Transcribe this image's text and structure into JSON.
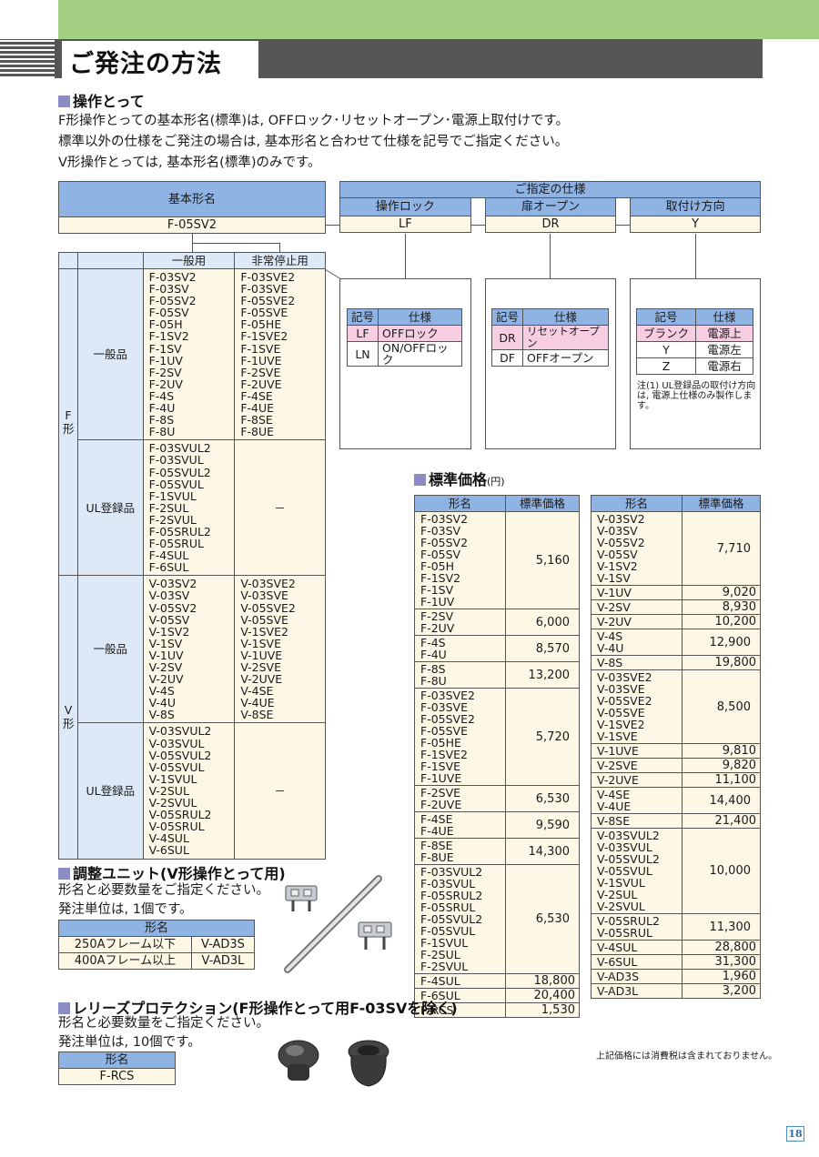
{
  "header": {
    "title": "ご発注の方法"
  },
  "intro": {
    "heading": "操作とって",
    "lines": [
      "F形操作とっての基本形名(標準)は, OFFロック･リセットオープン･電源上取付けです。",
      "標準以外の仕様をご発注の場合は, 基本形名と合わせて仕様を記号でご指定ください。",
      "V形操作とっては, 基本形名(標準)のみです。"
    ]
  },
  "spec": {
    "basic_label": "基本形名",
    "basic_value": "F-05SV2",
    "designated_label": "ご指定の仕様",
    "lock_label": "操作ロック",
    "lock_value": "LF",
    "door_label": "扉オープン",
    "door_value": "DR",
    "dir_label": "取付け方向",
    "dir_value": "Y"
  },
  "lock_table": {
    "h_code": "記号",
    "h_spec": "仕様",
    "rows": [
      [
        "LF",
        "OFFロック"
      ],
      [
        "LN",
        "ON/OFFロック"
      ]
    ]
  },
  "door_table": {
    "h_code": "記号",
    "h_spec": "仕様",
    "rows": [
      [
        "DR",
        "リセットオープン"
      ],
      [
        "DF",
        "OFFオープン"
      ]
    ]
  },
  "dir_table": {
    "h_code": "記号",
    "h_spec": "仕様",
    "rows": [
      [
        "ブランク",
        "電源上"
      ],
      [
        "Y",
        "電源左"
      ],
      [
        "Z",
        "電源右"
      ]
    ],
    "note": "注(1) UL登録品の取付け方向は, 電源上仕様のみ製作します。"
  },
  "model_table": {
    "h_general": "一般用",
    "h_emergency": "非常停止用",
    "f_type": "F形",
    "v_type": "V形",
    "cat_general": "一般品",
    "cat_ul": "UL登録品",
    "dash": "－",
    "f_general": [
      "F-03SV2",
      "F-03SV",
      "F-05SV2",
      "F-05SV",
      "F-05H",
      "F-1SV2",
      "F-1SV",
      "F-1UV",
      "F-2SV",
      "F-2UV",
      "F-4S",
      "F-4U",
      "F-8S",
      "F-8U"
    ],
    "f_emergency": [
      "F-03SVE2",
      "F-03SVE",
      "F-05SVE2",
      "F-05SVE",
      "F-05HE",
      "F-1SVE2",
      "F-1SVE",
      "F-1UVE",
      "F-2SVE",
      "F-2UVE",
      "F-4SE",
      "F-4UE",
      "F-8SE",
      "F-8UE"
    ],
    "f_ul": [
      "F-03SVUL2",
      "F-03SVUL",
      "F-05SVUL2",
      "F-05SVUL",
      "F-1SVUL",
      "F-2SUL",
      "F-2SVUL",
      "F-05SRUL2",
      "F-05SRUL",
      "F-4SUL",
      "F-6SUL"
    ],
    "v_general": [
      "V-03SV2",
      "V-03SV",
      "V-05SV2",
      "V-05SV",
      "V-1SV2",
      "V-1SV",
      "V-1UV",
      "V-2SV",
      "V-2UV",
      "V-4S",
      "V-4U",
      "V-8S"
    ],
    "v_emergency": [
      "V-03SVE2",
      "V-03SVE",
      "V-05SVE2",
      "V-05SVE",
      "V-1SVE2",
      "V-1SVE",
      "V-1UVE",
      "V-2SVE",
      "V-2UVE",
      "V-4SE",
      "V-4UE",
      "V-8SE"
    ],
    "v_ul": [
      "V-03SVUL2",
      "V-03SVUL",
      "V-05SVUL2",
      "V-05SVUL",
      "V-1SVUL",
      "V-2SUL",
      "V-2SVUL",
      "V-05SRUL2",
      "V-05SRUL",
      "V-4SUL",
      "V-6SUL"
    ]
  },
  "price": {
    "heading": "標準価格",
    "unit": "(円)",
    "h_model": "形名",
    "h_price": "標準価格",
    "left": [
      {
        "models": [
          "F-03SV2",
          "F-03SV",
          "F-05SV2",
          "F-05SV",
          "F-05H",
          "F-1SV2",
          "F-1SV",
          "F-1UV"
        ],
        "price": "5,160"
      },
      {
        "models": [
          "F-2SV",
          "F-2UV"
        ],
        "price": "6,000"
      },
      {
        "models": [
          "F-4S",
          "F-4U"
        ],
        "price": "8,570"
      },
      {
        "models": [
          "F-8S",
          "F-8U"
        ],
        "price": "13,200"
      },
      {
        "models": [
          "F-03SVE2",
          "F-03SVE",
          "F-05SVE2",
          "F-05SVE",
          "F-05HE",
          "F-1SVE2",
          "F-1SVE",
          "F-1UVE"
        ],
        "price": "5,720"
      },
      {
        "models": [
          "F-2SVE",
          "F-2UVE"
        ],
        "price": "6,530"
      },
      {
        "models": [
          "F-4SE",
          "F-4UE"
        ],
        "price": "9,590"
      },
      {
        "models": [
          "F-8SE",
          "F-8UE"
        ],
        "price": "14,300"
      },
      {
        "models": [
          "F-03SVUL2",
          "F-03SVUL",
          "F-05SRUL2",
          "F-05SRUL",
          "F-05SVUL2",
          "F-05SVUL",
          "F-1SVUL",
          "F-2SUL",
          "F-2SVUL"
        ],
        "price": "6,530"
      },
      {
        "models": [
          "F-4SUL"
        ],
        "price": "18,800"
      },
      {
        "models": [
          "F-6SUL"
        ],
        "price": "20,400"
      },
      {
        "models": [
          "F-RCS"
        ],
        "price": "1,530"
      }
    ],
    "right": [
      {
        "models": [
          "V-03SV2",
          "V-03SV",
          "V-05SV2",
          "V-05SV",
          "V-1SV2",
          "V-1SV"
        ],
        "price": "7,710"
      },
      {
        "models": [
          "V-1UV"
        ],
        "price": "9,020"
      },
      {
        "models": [
          "V-2SV"
        ],
        "price": "8,930"
      },
      {
        "models": [
          "V-2UV"
        ],
        "price": "10,200"
      },
      {
        "models": [
          "V-4S",
          "V-4U"
        ],
        "price": "12,900"
      },
      {
        "models": [
          "V-8S"
        ],
        "price": "19,800"
      },
      {
        "models": [
          "V-03SVE2",
          "V-03SVE",
          "V-05SVE2",
          "V-05SVE",
          "V-1SVE2",
          "V-1SVE"
        ],
        "price": "8,500"
      },
      {
        "models": [
          "V-1UVE"
        ],
        "price": "9,810"
      },
      {
        "models": [
          "V-2SVE"
        ],
        "price": "9,820"
      },
      {
        "models": [
          "V-2UVE"
        ],
        "price": "11,100"
      },
      {
        "models": [
          "V-4SE",
          "V-4UE"
        ],
        "price": "14,400"
      },
      {
        "models": [
          "V-8SE"
        ],
        "price": "21,400"
      },
      {
        "models": [
          "V-03SVUL2",
          "V-03SVUL",
          "V-05SVUL2",
          "V-05SVUL",
          "V-1SVUL",
          "V-2SUL",
          "V-2SVUL"
        ],
        "price": "10,000"
      },
      {
        "models": [
          "V-05SRUL2",
          "V-05SRUL"
        ],
        "price": "11,300"
      },
      {
        "models": [
          "V-4SUL"
        ],
        "price": "28,800"
      },
      {
        "models": [
          "V-6SUL"
        ],
        "price": "31,300"
      },
      {
        "models": [
          "V-AD3S"
        ],
        "price": "1,960"
      },
      {
        "models": [
          "V-AD3L"
        ],
        "price": "3,200"
      }
    ],
    "tax_note": "上記価格には消費税は含まれておりません。"
  },
  "adjust": {
    "heading": "調整ユニット(V形操作とって用)",
    "lines": [
      "形名と必要数量をご指定ください。",
      "発注単位は, 1個です。"
    ],
    "h_model": "形名",
    "rows": [
      [
        "250Aフレーム以下",
        "V-AD3S"
      ],
      [
        "400Aフレーム以上",
        "V-AD3L"
      ]
    ]
  },
  "release": {
    "heading": "レリーズプロテクション(F形操作とって用F-03SVを除く)",
    "lines": [
      "形名と必要数量をご指定ください。",
      "発注単位は, 10個です。"
    ],
    "h_model": "形名",
    "value": "F-RCS"
  },
  "page": {
    "number": "18"
  }
}
